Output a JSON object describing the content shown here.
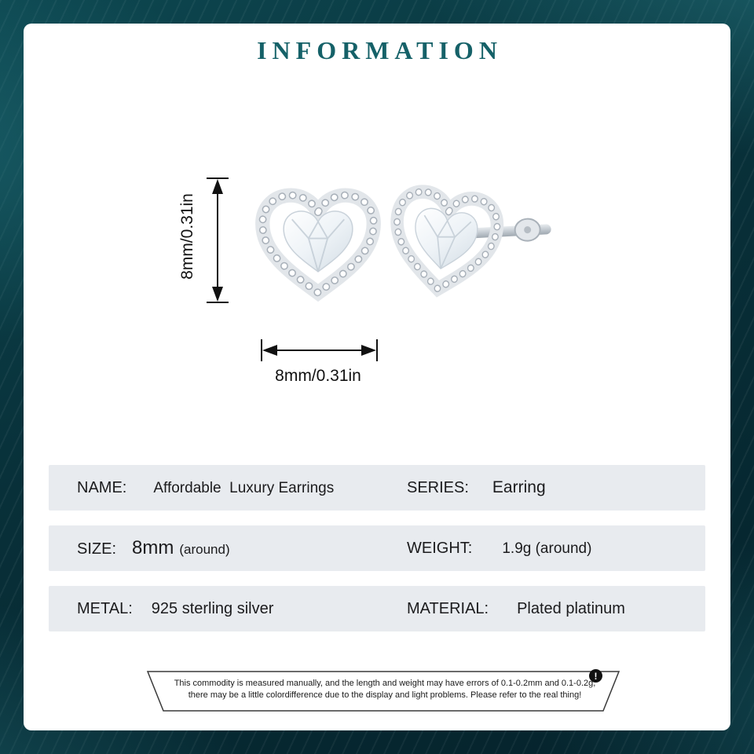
{
  "page": {
    "title": "INFORMATION"
  },
  "diagram": {
    "height_label": "8mm/0.31in",
    "width_label": "8mm/0.31in"
  },
  "specs": {
    "name_label": "NAME:",
    "name_value": "Affordable  Luxury Earrings",
    "series_label": "SERIES:",
    "series_value": "Earring",
    "size_label": "SIZE:",
    "size_value": "8mm",
    "size_note": "(around)",
    "weight_label": "WEIGHT:",
    "weight_value": "1.9g (around)",
    "metal_label": "METAL:",
    "metal_value": "925 sterling silver",
    "material_label": "MATERIAL:",
    "material_value": "Plated platinum"
  },
  "disclaimer": {
    "line1": "This commodity is measured manually, and the length and weight may have errors of 0.1-0.2mm and 0.1-0.2g,",
    "line2": "there may be a little colordifference due to the display and light problems. Please refer to the real thing!",
    "icon_glyph": "!"
  },
  "colors": {
    "accent_teal": "#156168",
    "row_background": "#e8ebef",
    "border_background": "#0a3a43"
  }
}
